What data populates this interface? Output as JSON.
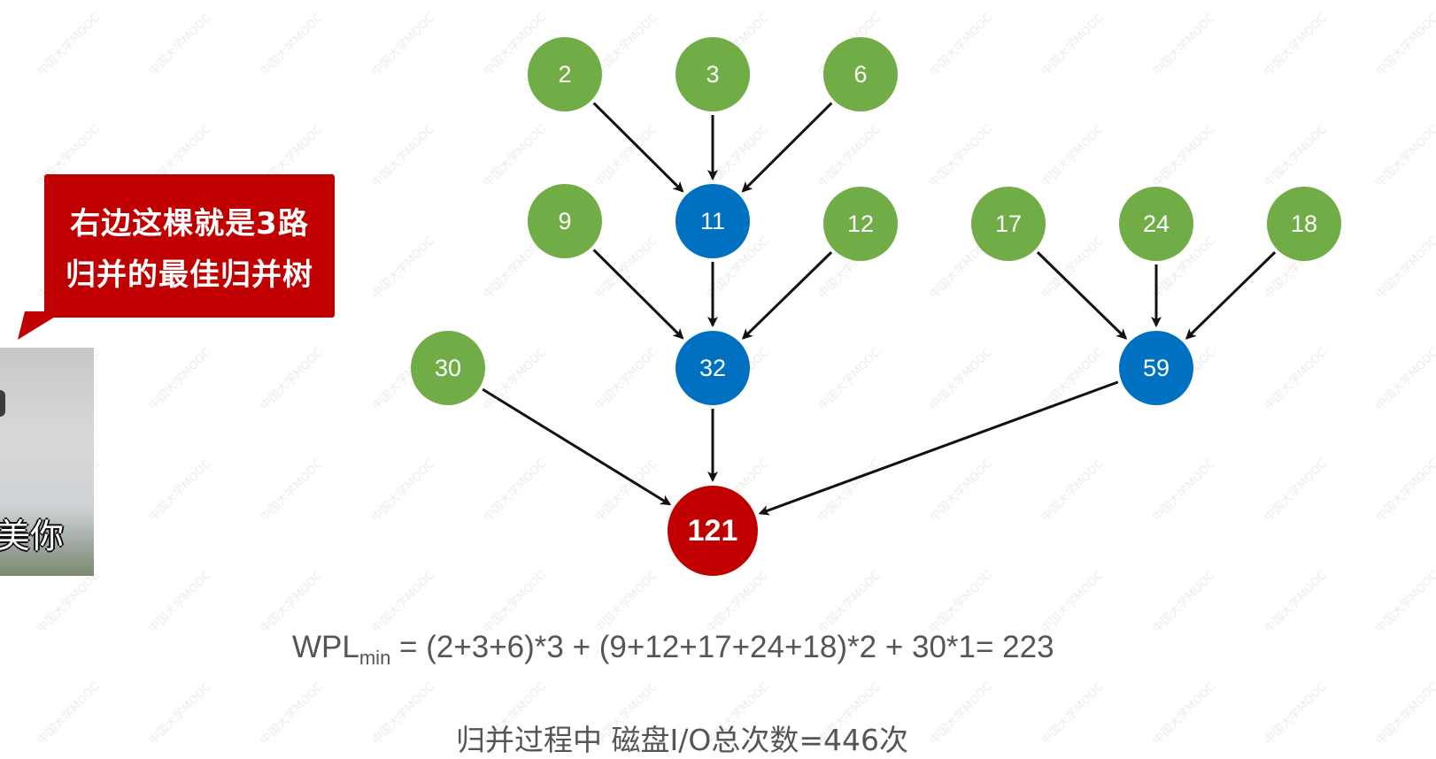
{
  "tree": {
    "nodes": [
      {
        "id": "n2",
        "label": "2",
        "kind": "leaf"
      },
      {
        "id": "n3",
        "label": "3",
        "kind": "leaf"
      },
      {
        "id": "n6",
        "label": "6",
        "kind": "leaf"
      },
      {
        "id": "n9",
        "label": "9",
        "kind": "leaf"
      },
      {
        "id": "n11",
        "label": "11",
        "kind": "internal"
      },
      {
        "id": "n12",
        "label": "12",
        "kind": "leaf"
      },
      {
        "id": "n17",
        "label": "17",
        "kind": "leaf"
      },
      {
        "id": "n24",
        "label": "24",
        "kind": "leaf"
      },
      {
        "id": "n18",
        "label": "18",
        "kind": "leaf"
      },
      {
        "id": "n30",
        "label": "30",
        "kind": "leaf"
      },
      {
        "id": "n32",
        "label": "32",
        "kind": "internal"
      },
      {
        "id": "n59",
        "label": "59",
        "kind": "internal"
      },
      {
        "id": "n121",
        "label": "121",
        "kind": "root"
      }
    ],
    "edges": [
      {
        "from": "n2",
        "to": "n11"
      },
      {
        "from": "n3",
        "to": "n11"
      },
      {
        "from": "n6",
        "to": "n11"
      },
      {
        "from": "n9",
        "to": "n32"
      },
      {
        "from": "n11",
        "to": "n32"
      },
      {
        "from": "n12",
        "to": "n32"
      },
      {
        "from": "n17",
        "to": "n59"
      },
      {
        "from": "n24",
        "to": "n59"
      },
      {
        "from": "n18",
        "to": "n59"
      },
      {
        "from": "n30",
        "to": "n121"
      },
      {
        "from": "n32",
        "to": "n121"
      },
      {
        "from": "n59",
        "to": "n121"
      }
    ]
  },
  "colors": {
    "leaf": "#70ad47",
    "internal": "#0070c0",
    "root": "#c00000",
    "edge": "#111111",
    "callout_bg": "#c00000",
    "text": "#555555"
  },
  "callout": {
    "line1": "右边这棵就是3路",
    "line2": "归并的最佳归并树"
  },
  "photo": {
    "caption": "美你"
  },
  "formula": {
    "lhs_main": "WPL",
    "lhs_sub": "min",
    "rhs": " = (2+3+6)*3 + (9+12+17+24+18)*2 + 30*1= 223"
  },
  "io_summary": "归并过程中 磁盘I/O总次数=446次",
  "watermark_text": "中国大学MOOC"
}
